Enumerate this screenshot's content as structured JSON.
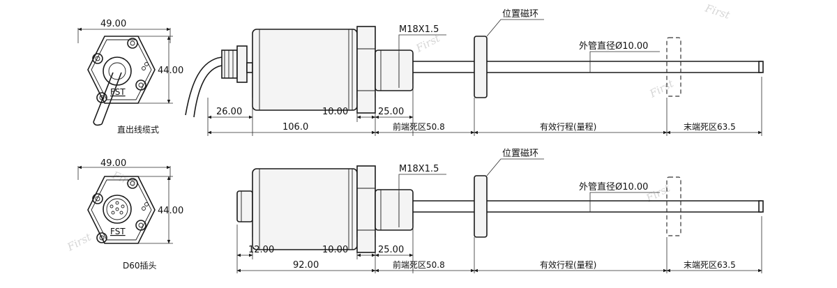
{
  "watermark": "First",
  "views": {
    "top": {
      "end_width": "49.00",
      "end_height": "44.00",
      "end_logo": "FST",
      "end_caption": "直出线缆式",
      "thread": "M18X1.5",
      "magnet_label": "位置磁环",
      "tube_label": "外管直径Ø10.00",
      "dim_back": "26.00",
      "dim_flange": "10.00",
      "dim_thread": "25.00",
      "dim_body": "106.0",
      "front_dead": "前端死区50.8",
      "stroke": "有效行程(量程)",
      "end_dead": "末端死区63.5"
    },
    "bottom": {
      "end_width": "49.00",
      "end_height": "44.00",
      "end_logo": "FST",
      "end_caption": "D60插头",
      "thread": "M18X1.5",
      "magnet_label": "位置磁环",
      "tube_label": "外管直径Ø10.00",
      "dim_back": "12.00",
      "dim_flange": "10.00",
      "dim_thread": "25.00",
      "dim_body": "92.00",
      "front_dead": "前端死区50.8",
      "stroke": "有效行程(量程)",
      "end_dead": "末端死区63.5"
    }
  }
}
